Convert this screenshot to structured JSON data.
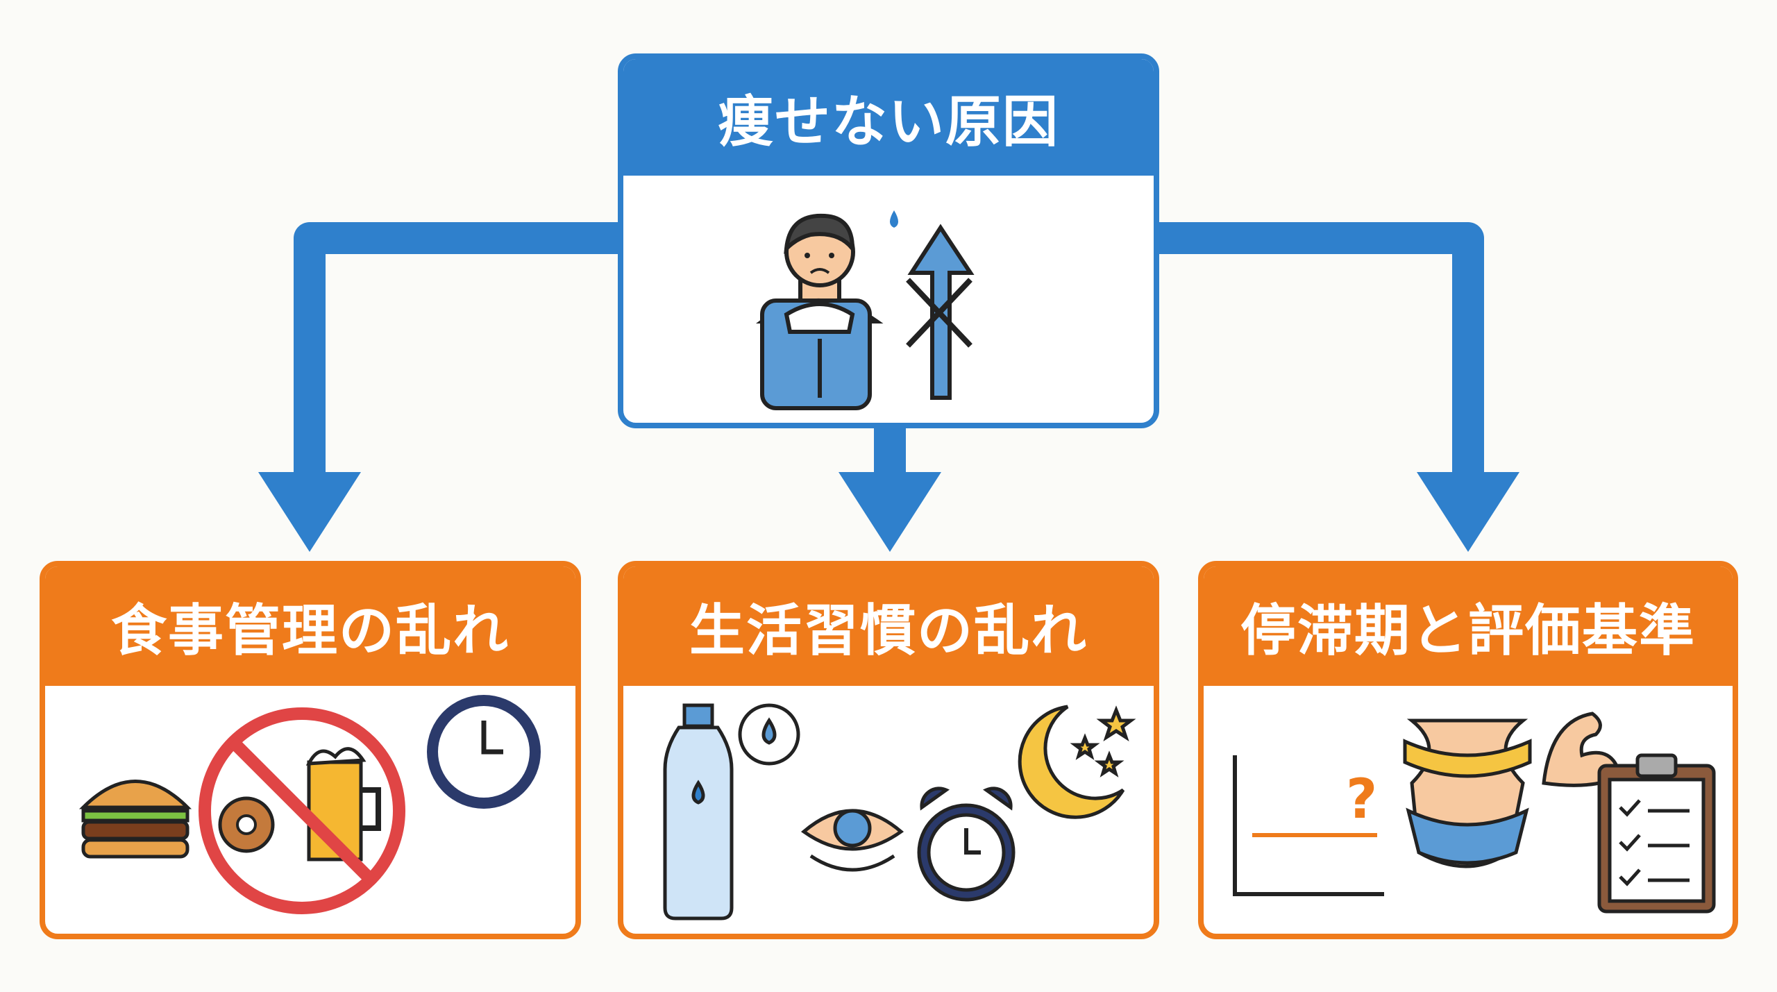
{
  "root": {
    "title": "痩せない原因",
    "icon": "weight-scale-frustrated-person-icon"
  },
  "causes": [
    {
      "title": "食事管理の乱れ",
      "icons": [
        "hamburger-icon",
        "no-donut-beer-icon",
        "clock-icon"
      ]
    },
    {
      "title": "生活習慣の乱れ",
      "icons": [
        "water-bottle-icon",
        "tired-eye-icon",
        "alarm-clock-icon",
        "moon-stars-icon"
      ]
    },
    {
      "title": "停滞期と評価基準",
      "icons": [
        "plateau-graph-icon",
        "waist-measure-icon",
        "muscle-arm-icon",
        "checklist-clipboard-icon"
      ]
    }
  ],
  "labels": {
    "question_mark": "?"
  },
  "colors": {
    "blue": "#2f80cc",
    "orange": "#ef7b1b",
    "background": "#fbfbf8"
  }
}
